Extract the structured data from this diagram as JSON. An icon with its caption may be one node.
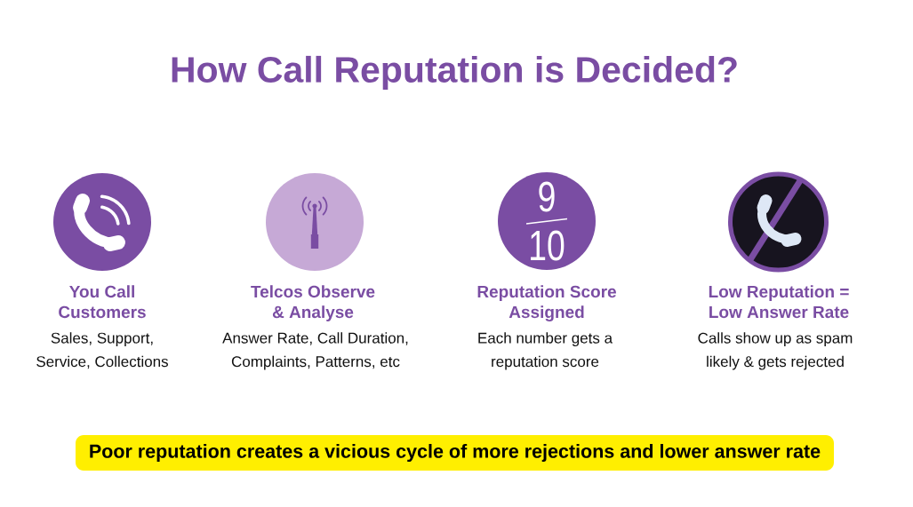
{
  "diagram": {
    "title": "How Call Reputation is Decided?",
    "nodes": [
      {
        "text": [],
        "shape": "circle",
        "beside": [
          "You Call Customers",
          "Sales, Support, Service, Collections"
        ]
      },
      {
        "text": [],
        "shape": "circle",
        "beside": [
          "Telcos Observe & Analyse",
          "Answer Rate, Call Duration, Complaints, Patterns, etc"
        ]
      },
      {
        "text": [
          "9",
          "10"
        ],
        "beside": [
          "Reputation Score Assigned",
          "Each number gets a reputation score"
        ]
      },
      {
        "text": [],
        "shape": "circle",
        "beside": [
          "Low Reputation = Low Answer Rate",
          "Calls show up as spam likely & gets rejected"
        ]
      },
      {
        "text": [
          "Poor reputation creates a vicious cycle of more rejections and lower answer rate"
        ]
      }
    ]
  }
}
